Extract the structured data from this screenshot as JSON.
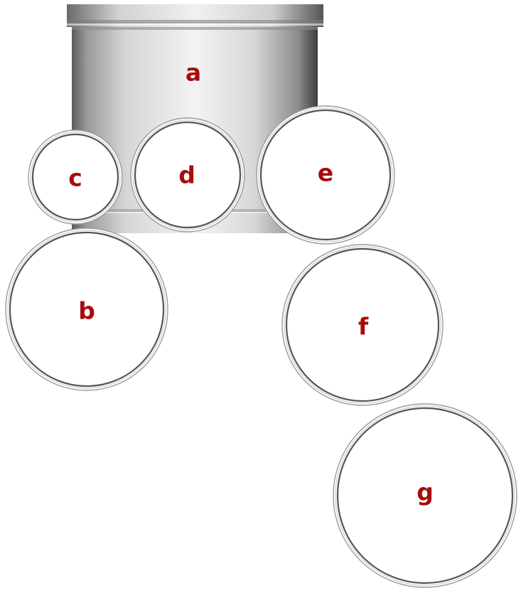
{
  "diagram": {
    "labels": {
      "a": "a",
      "b": "b",
      "c": "c",
      "d": "d",
      "e": "e",
      "f": "f",
      "g": "g"
    },
    "colors": {
      "label": "#a50d0d",
      "drum_light": "#f4f4f4",
      "drum_dark": "#3a3a3a",
      "rim": "#555555"
    }
  }
}
